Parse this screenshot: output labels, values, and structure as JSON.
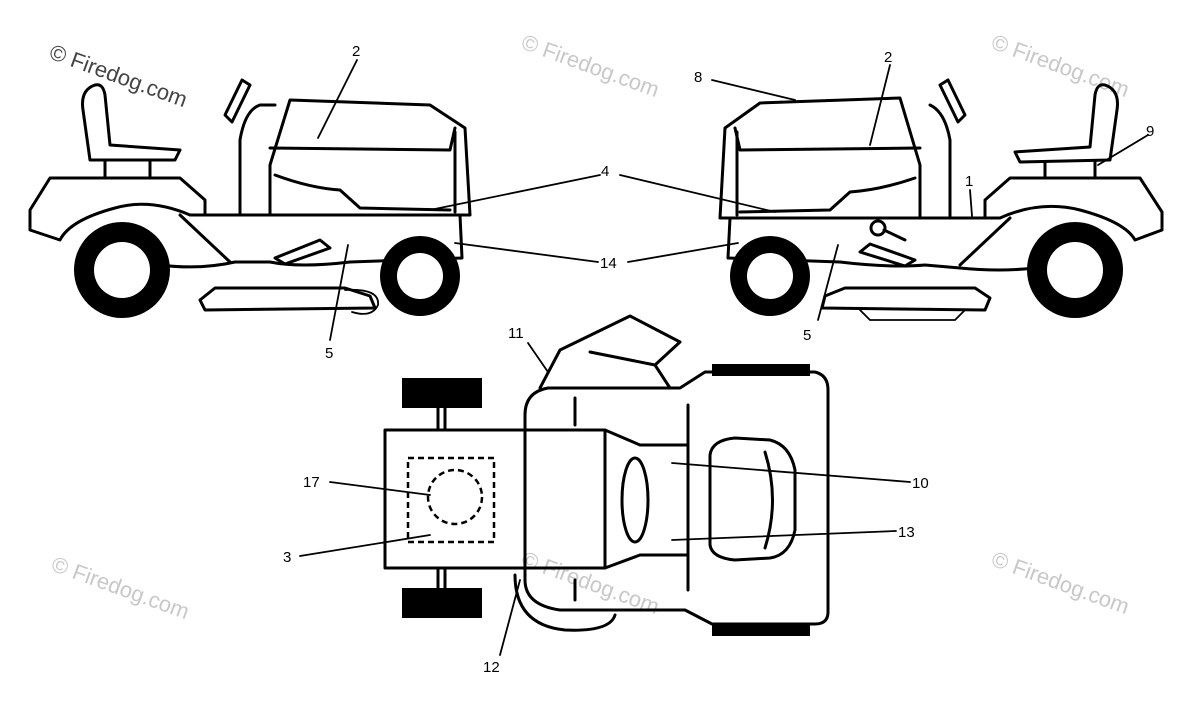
{
  "watermark": {
    "text": "© Firedog.com",
    "color": "#c8c8c8"
  },
  "callouts": {
    "left_view": {
      "n2": "2",
      "n4": "4",
      "n5": "5",
      "n14": "14"
    },
    "right_view": {
      "n8": "8",
      "n2": "2",
      "n9": "9",
      "n1": "1",
      "n5": "5"
    },
    "top_view": {
      "n11": "11",
      "n17": "17",
      "n3": "3",
      "n10": "10",
      "n13": "13",
      "n12": "12"
    }
  }
}
